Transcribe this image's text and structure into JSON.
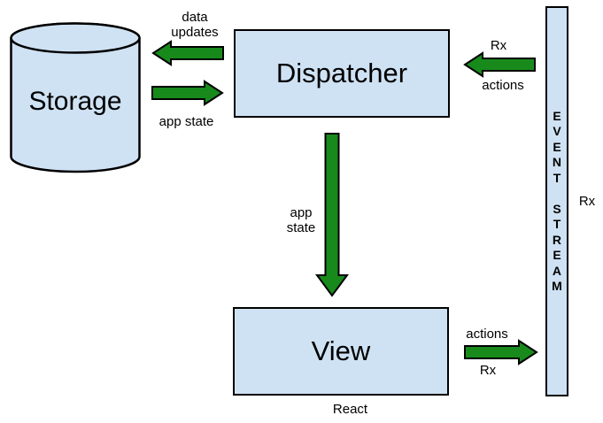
{
  "nodes": {
    "storage": {
      "label": "Storage"
    },
    "dispatcher": {
      "label": "Dispatcher"
    },
    "view": {
      "label": "View",
      "caption": "React"
    },
    "event_stream": {
      "letters": "E\nV\nE\nN\nT\n\nS\nT\nR\nE\nA\nM",
      "side_label": "Rx"
    }
  },
  "edges": {
    "dispatcher_to_storage": {
      "label": "data\nupdates",
      "direction": "left"
    },
    "storage_to_dispatcher": {
      "label": "app state",
      "direction": "right"
    },
    "event_to_dispatcher": {
      "label_top": "Rx",
      "label_bottom": "actions",
      "direction": "left"
    },
    "dispatcher_to_view": {
      "label": "app\nstate",
      "direction": "down"
    },
    "view_to_event": {
      "label_top": "actions",
      "label_bottom": "Rx",
      "direction": "right"
    }
  },
  "colors": {
    "node_fill": "#cfe2f3",
    "node_border": "#000000",
    "arrow_fill": "#188a1c",
    "arrow_border": "#000000",
    "background": "#ffffff",
    "text": "#000000"
  }
}
